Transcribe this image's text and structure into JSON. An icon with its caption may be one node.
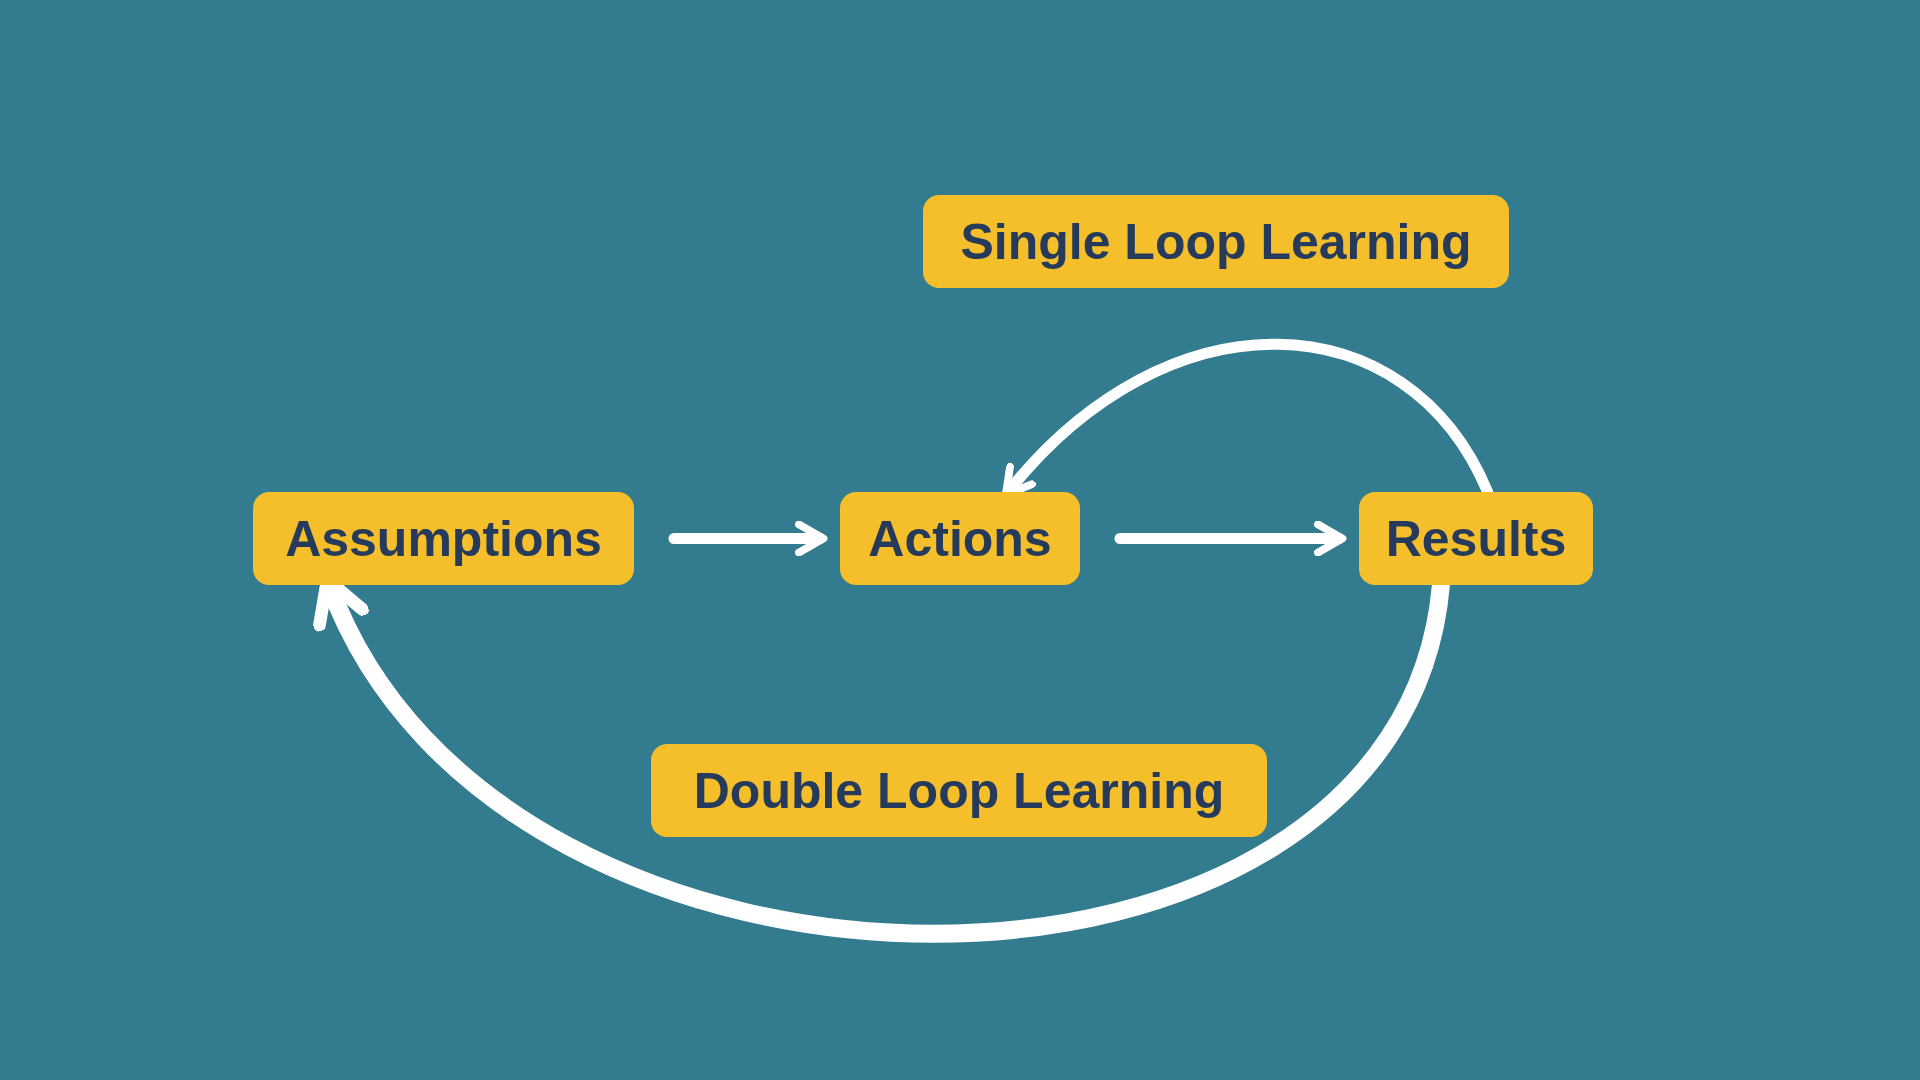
{
  "diagram": {
    "nodes": [
      {
        "text": [
          "Single Loop Learning"
        ]
      },
      {
        "text": [
          "Assumptions"
        ]
      },
      {
        "text": [
          "Actions"
        ]
      },
      {
        "text": [
          "Results"
        ]
      },
      {
        "text": [
          "Double Loop Learning"
        ]
      }
    ],
    "edges": [
      {
        "from": 1,
        "to": 2,
        "arrow": "to"
      },
      {
        "from": 2,
        "to": 3,
        "arrow": "to"
      },
      {
        "from": 3,
        "to": 2,
        "arrow": "to"
      },
      {
        "from": 3,
        "to": 1,
        "arrow": "to"
      }
    ]
  }
}
